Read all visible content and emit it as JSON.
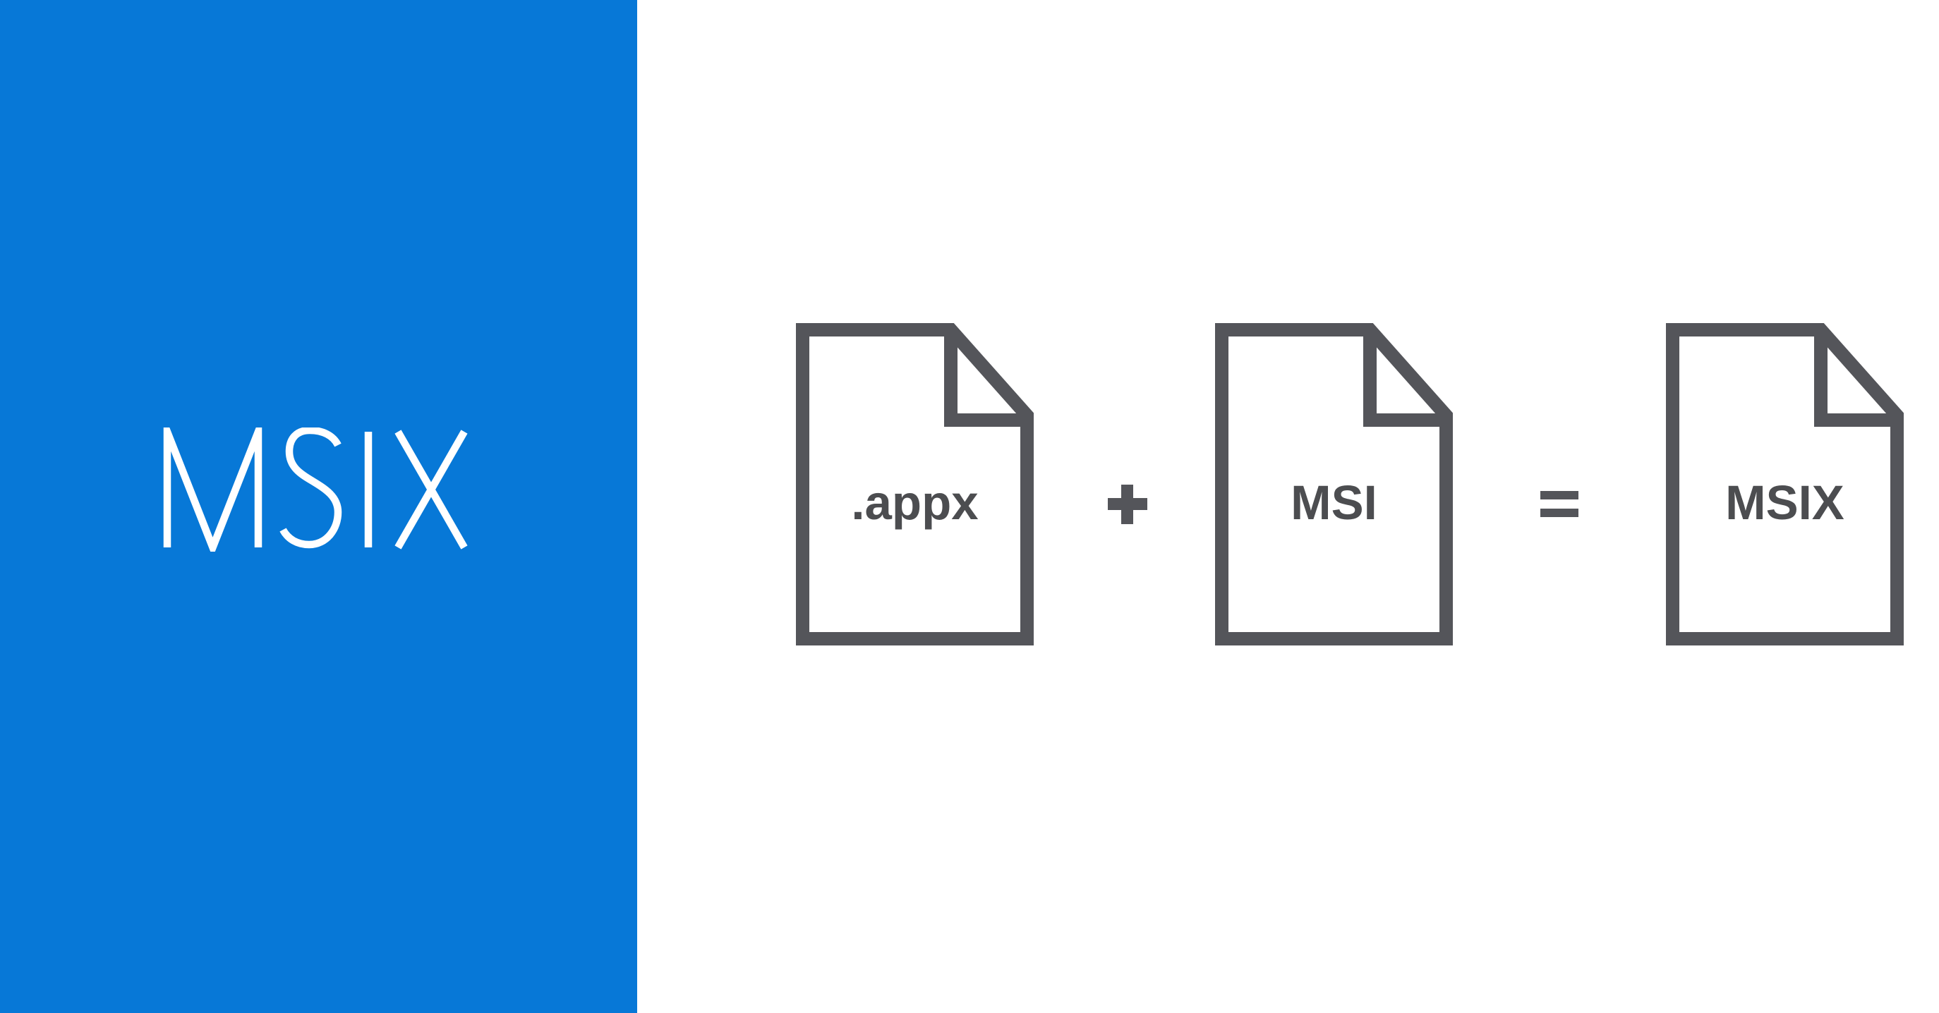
{
  "title": "MSIX promo graphic: .appx plus MSI equals MSIX",
  "colors": {
    "brand_blue": "#0778D7",
    "panel_text": "#FFFFFF",
    "icon_outline_gray": "#54555A",
    "label_text_gray": "#4C4D50",
    "page_background": "#FFFFFF"
  },
  "brand_panel": {
    "label": "MSIX"
  },
  "equation": {
    "items": [
      {
        "type": "file",
        "label": ".appx",
        "icon": "document-icon"
      },
      {
        "type": "operator",
        "symbol": "+"
      },
      {
        "type": "file",
        "label": "MSI",
        "icon": "document-icon"
      },
      {
        "type": "operator",
        "symbol": "="
      },
      {
        "type": "file",
        "label": "MSIX",
        "icon": "document-icon"
      }
    ]
  }
}
